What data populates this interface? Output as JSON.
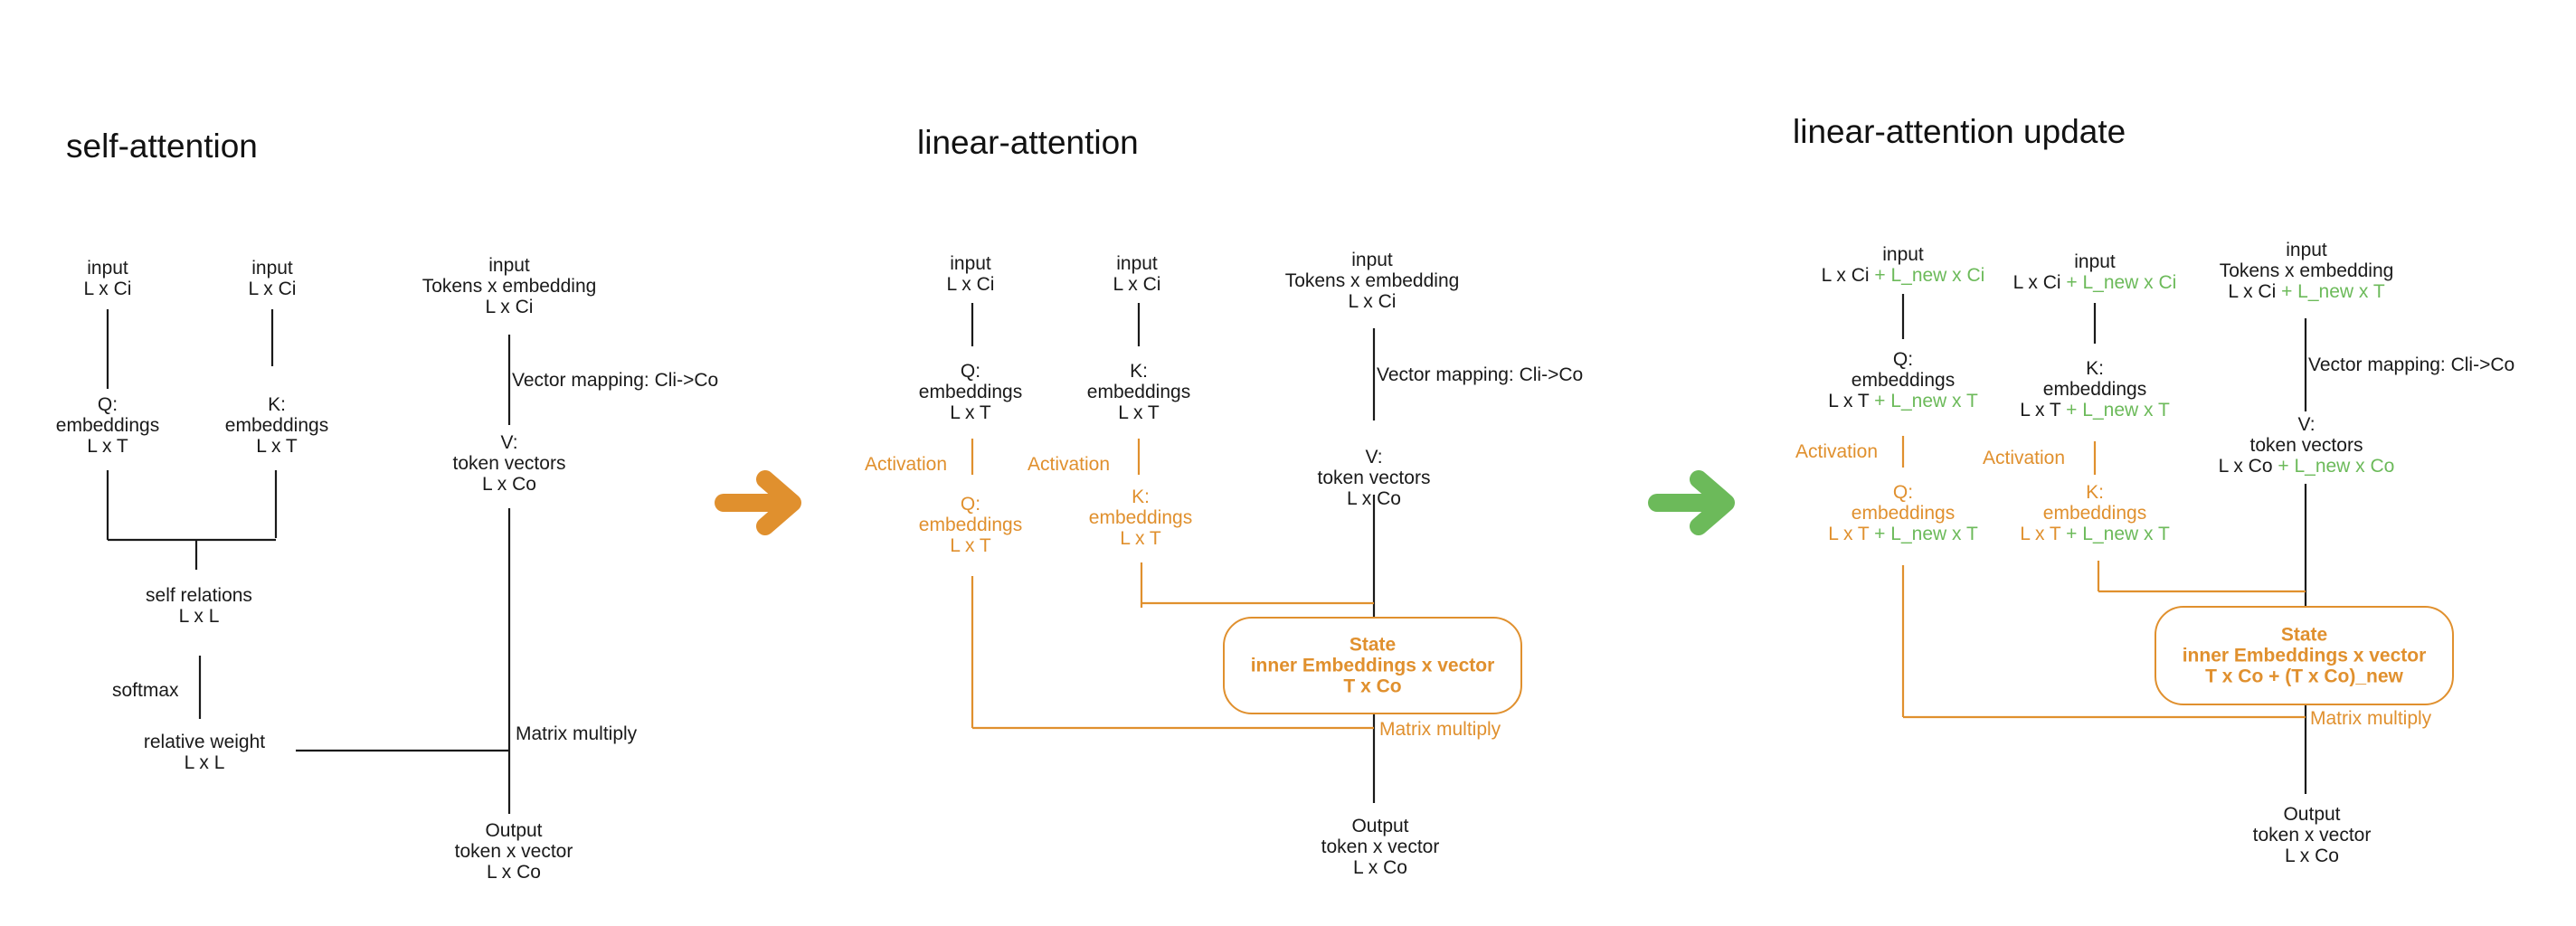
{
  "colors": {
    "line": "#1a1a1a",
    "orange": "#e0902e",
    "green": "#6cba5a"
  },
  "arrows": [
    {
      "name": "orange-arrow-icon",
      "color": "#e0902e"
    },
    {
      "name": "green-arrow-icon",
      "color": "#6cba5a"
    }
  ],
  "panel1": {
    "title": "self-attention",
    "input_q": [
      "input",
      "L x Ci"
    ],
    "input_k": [
      "input",
      "L x Ci"
    ],
    "input_v": [
      "input",
      "Tokens x embedding",
      "L x Ci"
    ],
    "q": [
      "Q:",
      "embeddings",
      "L x T"
    ],
    "k": [
      "K:",
      "embeddings",
      "L x T"
    ],
    "vector_mapping": "Vector mapping: Cli->Co",
    "v": [
      "V:",
      "token vectors",
      "L x Co"
    ],
    "self_relations": [
      "self relations",
      "L x L"
    ],
    "softmax": "softmax",
    "relative_weight": [
      "relative weight",
      "L x L"
    ],
    "matrix_multiply": "Matrix multiply",
    "output": [
      "Output",
      "token x vector",
      "L x Co"
    ]
  },
  "panel2": {
    "title": "linear-attention",
    "input_q": [
      "input",
      "L x Ci"
    ],
    "input_k": [
      "input",
      "L x Ci"
    ],
    "input_v": [
      "input",
      "Tokens x embedding",
      "L x Ci"
    ],
    "q": [
      "Q:",
      "embeddings",
      "L x T"
    ],
    "k": [
      "K:",
      "embeddings",
      "L x T"
    ],
    "activation_q": "Activation",
    "activation_k": "Activation",
    "q_act": [
      "Q:",
      "embeddings",
      "L x T"
    ],
    "k_act": [
      "K:",
      "embeddings",
      "L x T"
    ],
    "vector_mapping": "Vector mapping: Cli->Co",
    "v": [
      "V:",
      "token vectors",
      "L x Co"
    ],
    "state": [
      "State",
      "inner Embeddings x vector",
      "T x Co"
    ],
    "matrix_multiply": "Matrix multiply",
    "output": [
      "Output",
      "token x vector",
      "L x Co"
    ]
  },
  "panel3": {
    "title": "linear-attention update",
    "input_q": {
      "l1": "input",
      "l2a": "L x Ci",
      "l2b": " + L_new x Ci"
    },
    "input_k": {
      "l1": "input",
      "l2a": "L x Ci",
      "l2b": " + L_new x Ci"
    },
    "input_v": {
      "l1": "input",
      "l2": "Tokens x embedding",
      "l3a": "L x Ci",
      "l3b": " + L_new x T"
    },
    "q": {
      "l1": "Q:",
      "l2": "embeddings",
      "l3a": "L x T",
      "l3b": " + L_new x T"
    },
    "k": {
      "l1": "K:",
      "l2": "embeddings",
      "l3a": "L x T",
      "l3b": " + L_new x T"
    },
    "activation_q": "Activation",
    "activation_k": "Activation",
    "q_act": {
      "l1": "Q:",
      "l2": "embeddings",
      "l3a": "L x T",
      "l3b": " + L_new x T"
    },
    "k_act": {
      "l1": "K:",
      "l2": "embeddings",
      "l3a": "L x T",
      "l3b": " + L_new x T"
    },
    "vector_mapping": "Vector mapping: Cli->Co",
    "v": {
      "l1": "V:",
      "l2": "token vectors",
      "l3a": "L x Co",
      "l3b": " + L_new x Co"
    },
    "state": {
      "l1": "State",
      "l2": "inner Embeddings x vector",
      "l3": "T x Co + (T x Co)_new"
    },
    "matrix_multiply": "Matrix multiply",
    "output": [
      "Output",
      "token x vector",
      "L x Co"
    ]
  }
}
